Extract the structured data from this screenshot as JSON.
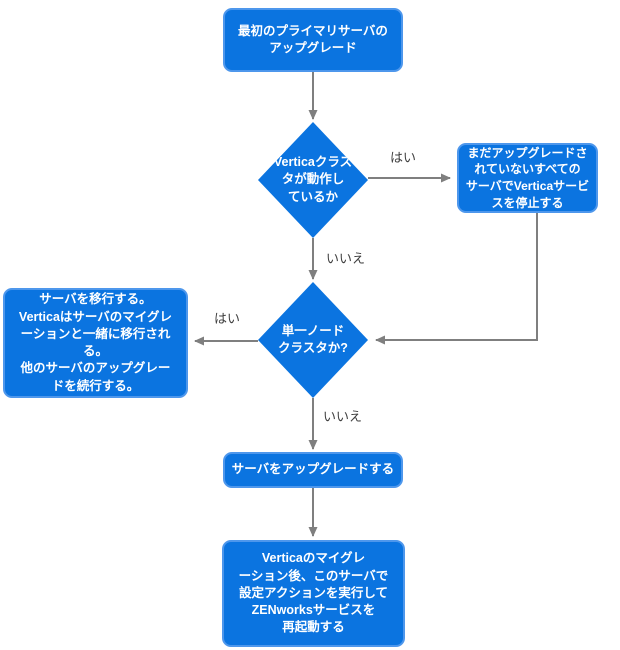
{
  "colors": {
    "background": "#ffffff",
    "node_fill": "#0b74e0",
    "node_border": "#4e97ec",
    "node_text": "#ffffff",
    "arrow": "#7f7f7f",
    "label_text": "#3f3f3f"
  },
  "nodes": {
    "start": {
      "label": "最初のプライマリサーバの\nアップグレード"
    },
    "decision_vertica_running": {
      "label": "Verticaクラス\nタが動作し\nているか"
    },
    "stop_vertica_services": {
      "label": "まだアップグレードさ\nれていないすべての\nサーバでVerticaサービ\nスを停止する"
    },
    "decision_single_node": {
      "label": "単一ノード\nクラスタか?"
    },
    "migrate_server": {
      "label": "サーバを移行する。\nVerticaはサーバのマイグレ\nーションと一緒に移行される。\n他のサーバのアップグレー\nドを続行する。"
    },
    "upgrade_server": {
      "label": "サーバをアップグレードする"
    },
    "configure_action": {
      "label": "Verticaのマイグレ\nーション後、このサーバで\n設定アクションを実行して\nZENworksサービスを\n再起動する"
    }
  },
  "edge_labels": {
    "vertica_running_yes": "はい",
    "vertica_running_no": "いいえ",
    "single_node_yes": "はい",
    "single_node_no": "いいえ"
  }
}
